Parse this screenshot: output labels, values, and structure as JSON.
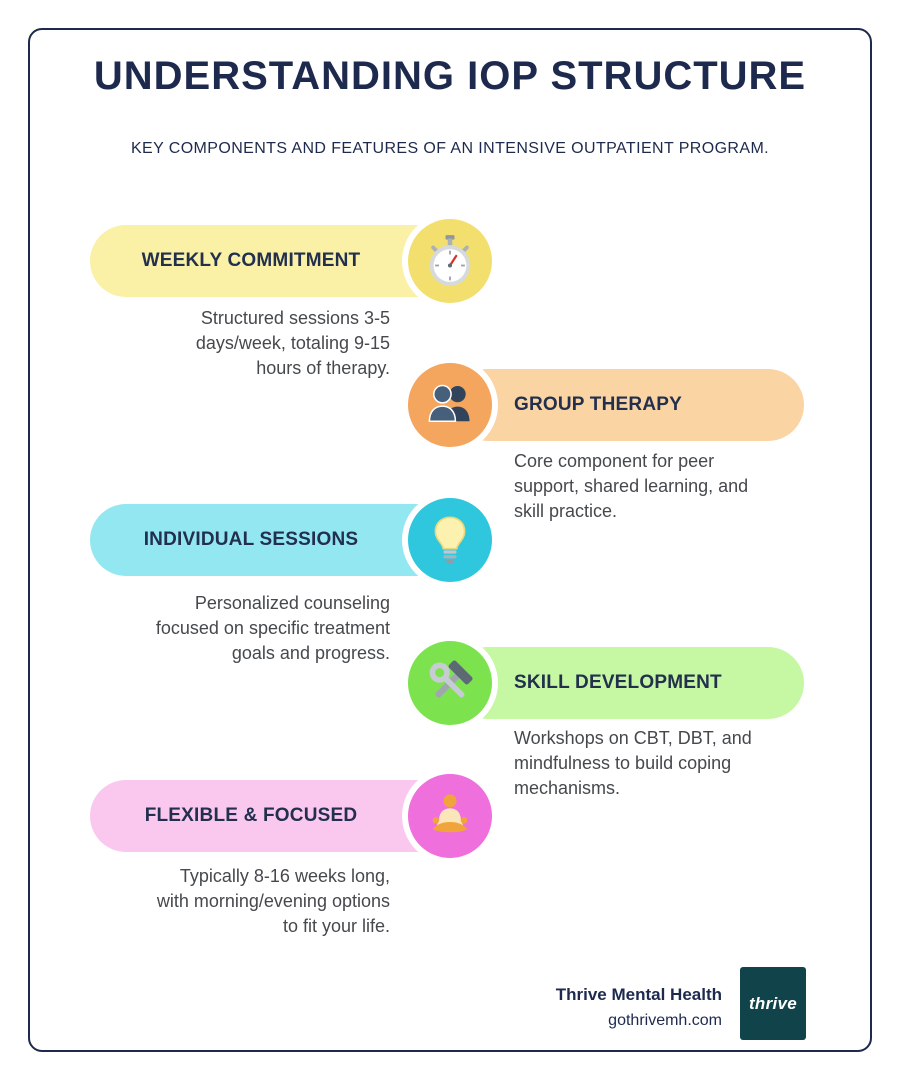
{
  "title": "UNDERSTANDING IOP STRUCTURE",
  "subtitle": "KEY COMPONENTS AND FEATURES OF AN INTENSIVE OUTPATIENT PROGRAM.",
  "theme": {
    "heading_color": "#1E2A4D",
    "body_text_color": "#45494D",
    "background": "#FFFFFF"
  },
  "items": [
    {
      "label": "WEEKLY COMMITMENT",
      "description": "Structured sessions 3-5\ndays/week, totaling 9-15\nhours of therapy.",
      "icon": "stopwatch-icon",
      "pill_color": "#FAF0A6",
      "circle_color": "#F3DF6E",
      "side": "left"
    },
    {
      "label": "GROUP THERAPY",
      "description": "Core component for peer\nsupport, shared learning, and\nskill practice.",
      "icon": "group-people-icon",
      "pill_color": "#FBD4A4",
      "circle_color": "#F4A55E",
      "side": "right"
    },
    {
      "label": "INDIVIDUAL SESSIONS",
      "description": "Personalized counseling\nfocused on specific treatment\ngoals and progress.",
      "icon": "lightbulb-icon",
      "pill_color": "#92E7F0",
      "circle_color": "#2FC7DE",
      "side": "left"
    },
    {
      "label": "SKILL DEVELOPMENT",
      "description": "Workshops on CBT, DBT, and\nmindfulness to build coping\nmechanisms.",
      "icon": "hammer-wrench-icon",
      "pill_color": "#C6F7A2",
      "circle_color": "#7CE34F",
      "side": "right"
    },
    {
      "label": "FLEXIBLE & FOCUSED",
      "description": "Typically 8-16 weeks long,\nwith morning/evening options\nto fit your life.",
      "icon": "meditation-icon",
      "pill_color": "#FAC8EF",
      "circle_color": "#EF6FDC",
      "side": "left"
    }
  ],
  "footer": {
    "brand": "Thrive Mental Health",
    "website": "gothrivemh.com",
    "logo_text": "thrive",
    "logo_color": "#10434A"
  }
}
